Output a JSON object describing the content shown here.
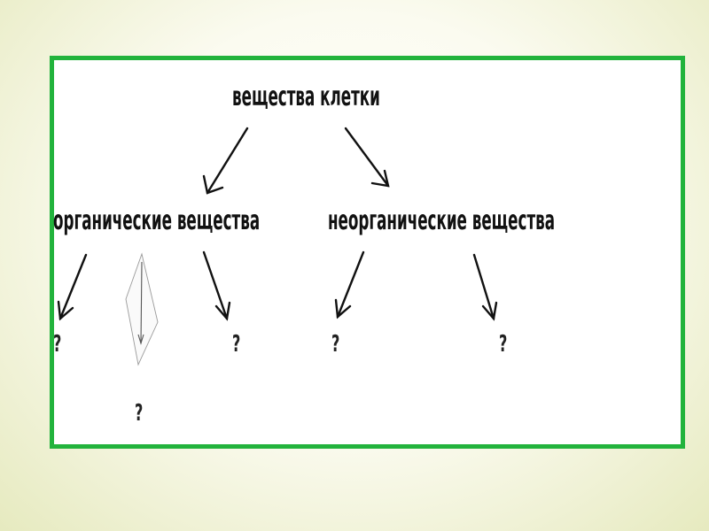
{
  "diagram": {
    "root": "вещества клетки",
    "branches": [
      {
        "label": "органические вещества"
      },
      {
        "label": "неорганические вещества"
      }
    ],
    "unknowns": [
      "?",
      "?",
      "?",
      "?",
      "?"
    ]
  },
  "colors": {
    "frame": "#22b33c",
    "text": "#111111",
    "background": "#f2f3dc"
  }
}
